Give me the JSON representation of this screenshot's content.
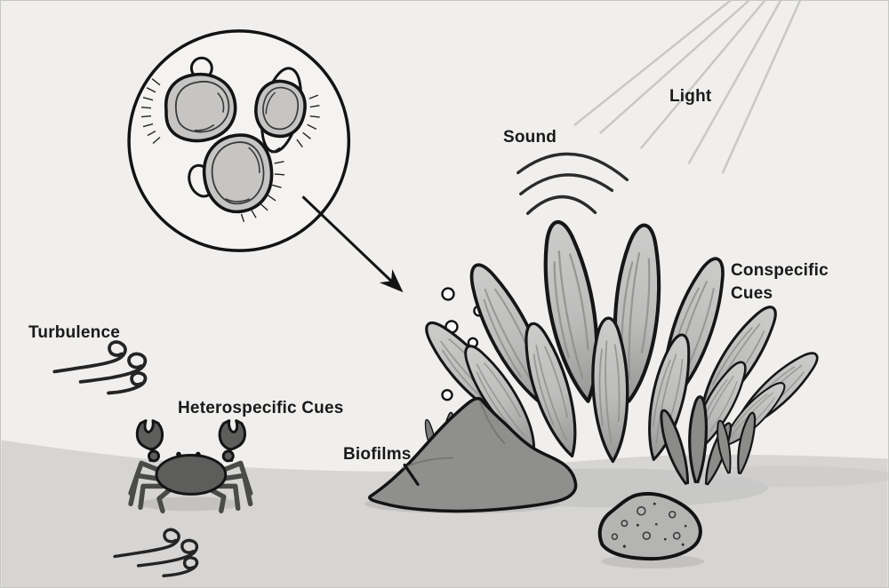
{
  "figure": {
    "type": "scientific-illustration",
    "subject": "Settlement cues for oyster larvae on a reef"
  },
  "labels": {
    "light": "Light",
    "sound": "Sound",
    "conspecific": "Conspecific Cues",
    "turbulence": "Turbulence",
    "heterospecific": "Heterospecific Cues",
    "biofilms": "Biofilms"
  },
  "icons": [
    "magnifier-circle-larvae-icon",
    "light-rays-icon",
    "sound-waves-icon",
    "oyster-reef-icon",
    "crab-icon",
    "turbulence-swirl-icon",
    "biofilm-rock-icon",
    "bubbles-icon",
    "spotted-rock-icon",
    "seaweed-icon",
    "arrow-icon"
  ],
  "colors": {
    "background": "#f0efed",
    "seafloor": "#d6d5d3",
    "ink": "#1a1a1a",
    "shell_light": "#cacac9",
    "shell_dark": "#999998",
    "rock": "#8f8f8e",
    "crab": "#5d5d5c"
  }
}
